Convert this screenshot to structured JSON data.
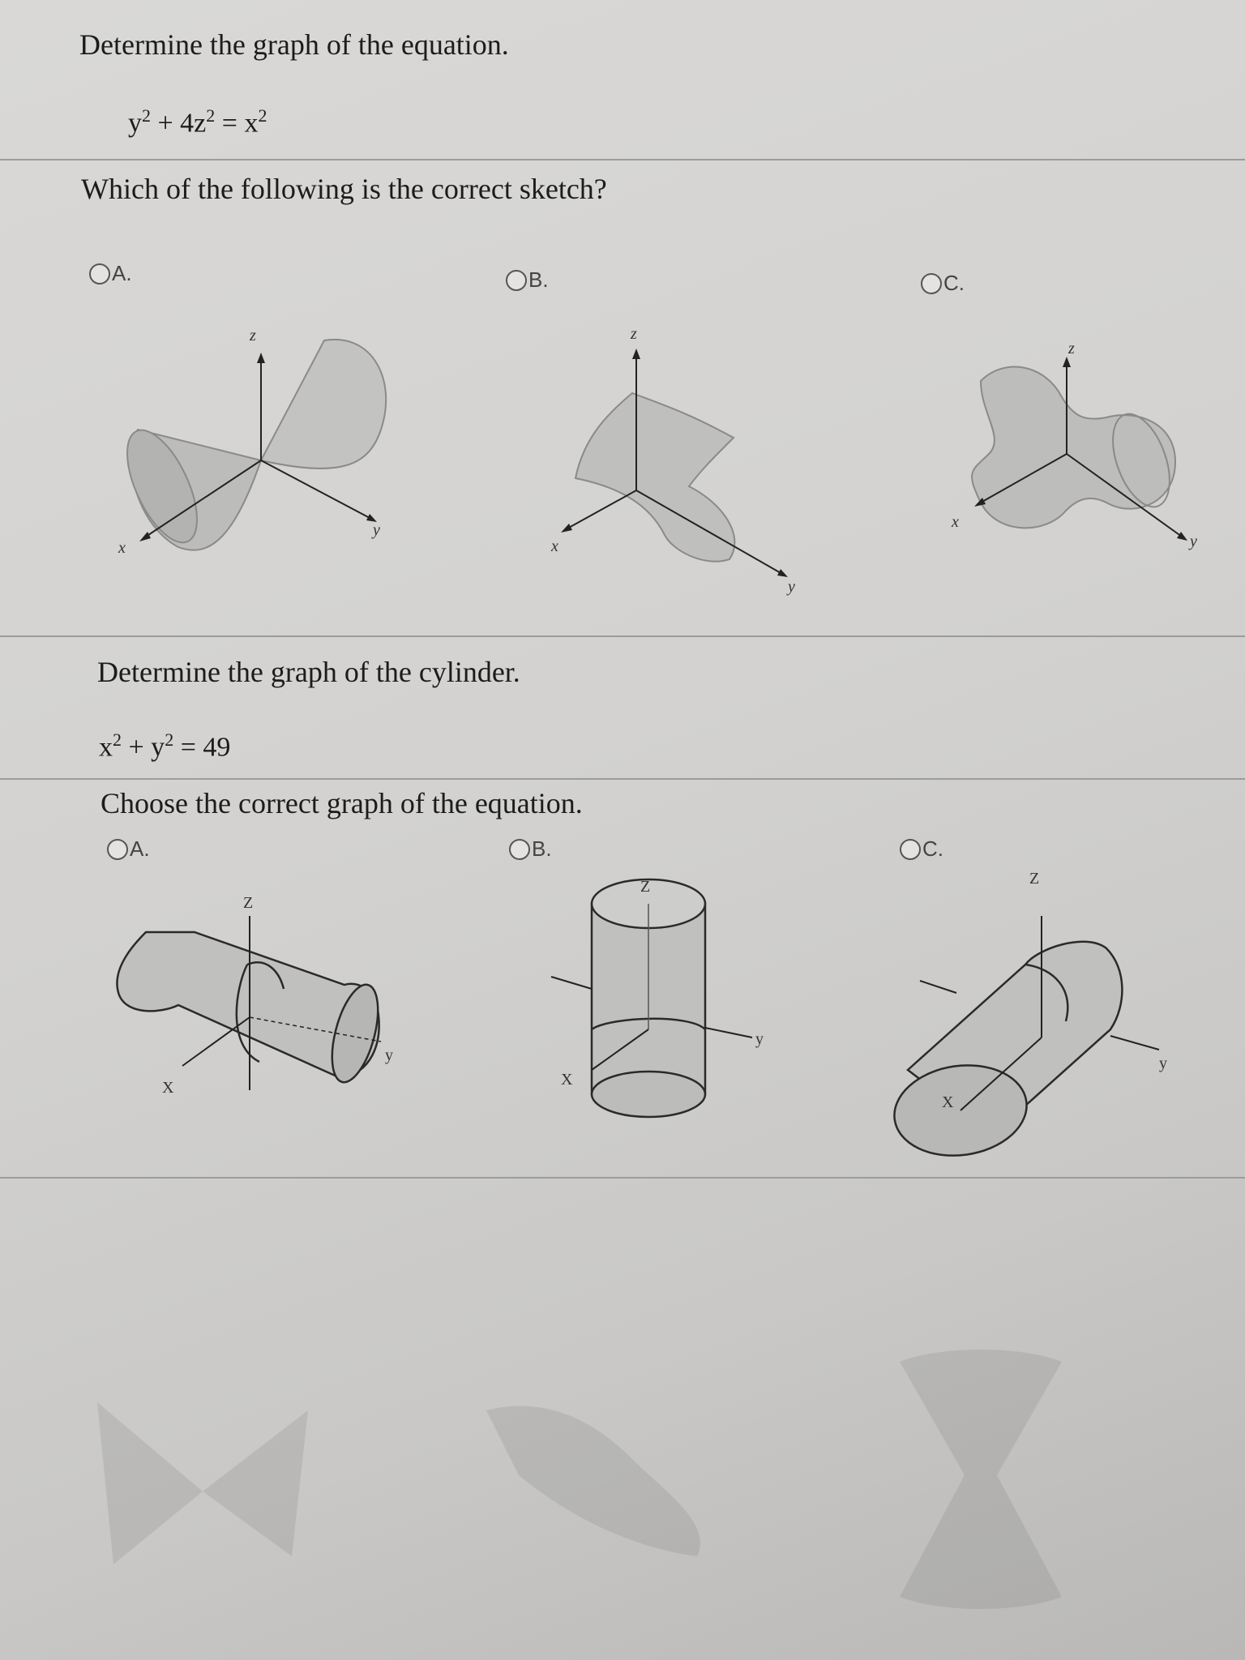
{
  "problem1": {
    "prompt": "Determine the graph of the equation.",
    "equation": {
      "y": "y",
      "y_exp": "2",
      "plus": " + 4z",
      "z_exp": "2",
      "eq": " = x",
      "x_exp": "2"
    },
    "question": "Which of the following is the correct sketch?",
    "options": [
      {
        "label": "A.",
        "z": "z",
        "x": "x",
        "y": "y"
      },
      {
        "label": "B.",
        "z": "z",
        "x": "x",
        "y": "y"
      },
      {
        "label": "C.",
        "z": "z",
        "x": "x",
        "y": "y"
      }
    ]
  },
  "problem2": {
    "prompt": "Determine the graph of the cylinder.",
    "equation": {
      "x": "x",
      "x_exp": "2",
      "plus": " + y",
      "y_exp": "2",
      "eq": " = 49"
    },
    "question": "Choose the correct graph of the equation.",
    "options": [
      {
        "label": "A.",
        "z": "Z",
        "x": "X",
        "y": "y"
      },
      {
        "label": "B.",
        "z": "Z",
        "x": "X",
        "y": "y"
      },
      {
        "label": "C.",
        "z": "Z",
        "x": "X",
        "y": "y"
      }
    ]
  },
  "colors": {
    "paper": "#d6d5d3",
    "surface": "#bdbdbb",
    "rule": "#9c9c9a"
  }
}
